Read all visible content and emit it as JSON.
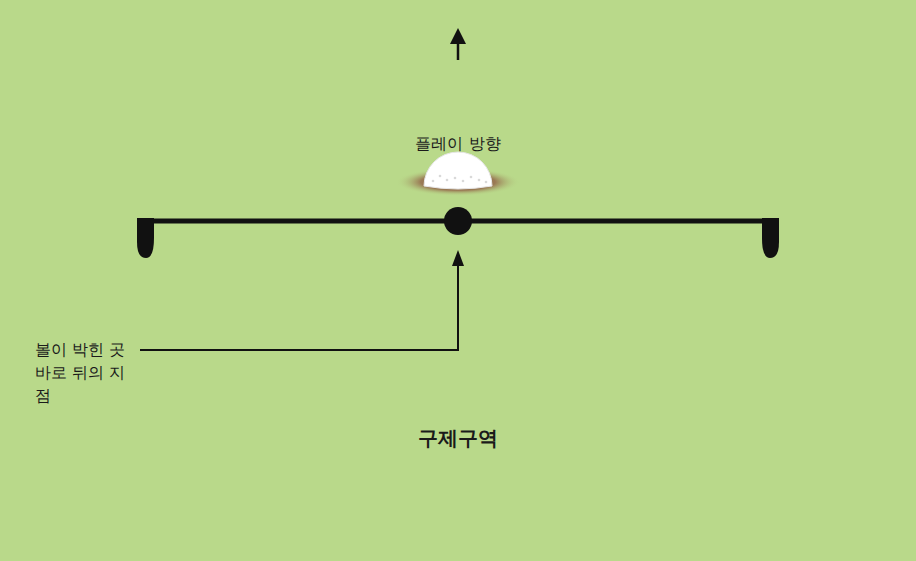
{
  "diagram": {
    "nodes": [
      {
        "text": [
          "구제구역"
        ]
      }
    ],
    "labels": [
      "플레이 방향",
      "볼이 박힌 곳 바로 뒤의 지점"
    ]
  }
}
